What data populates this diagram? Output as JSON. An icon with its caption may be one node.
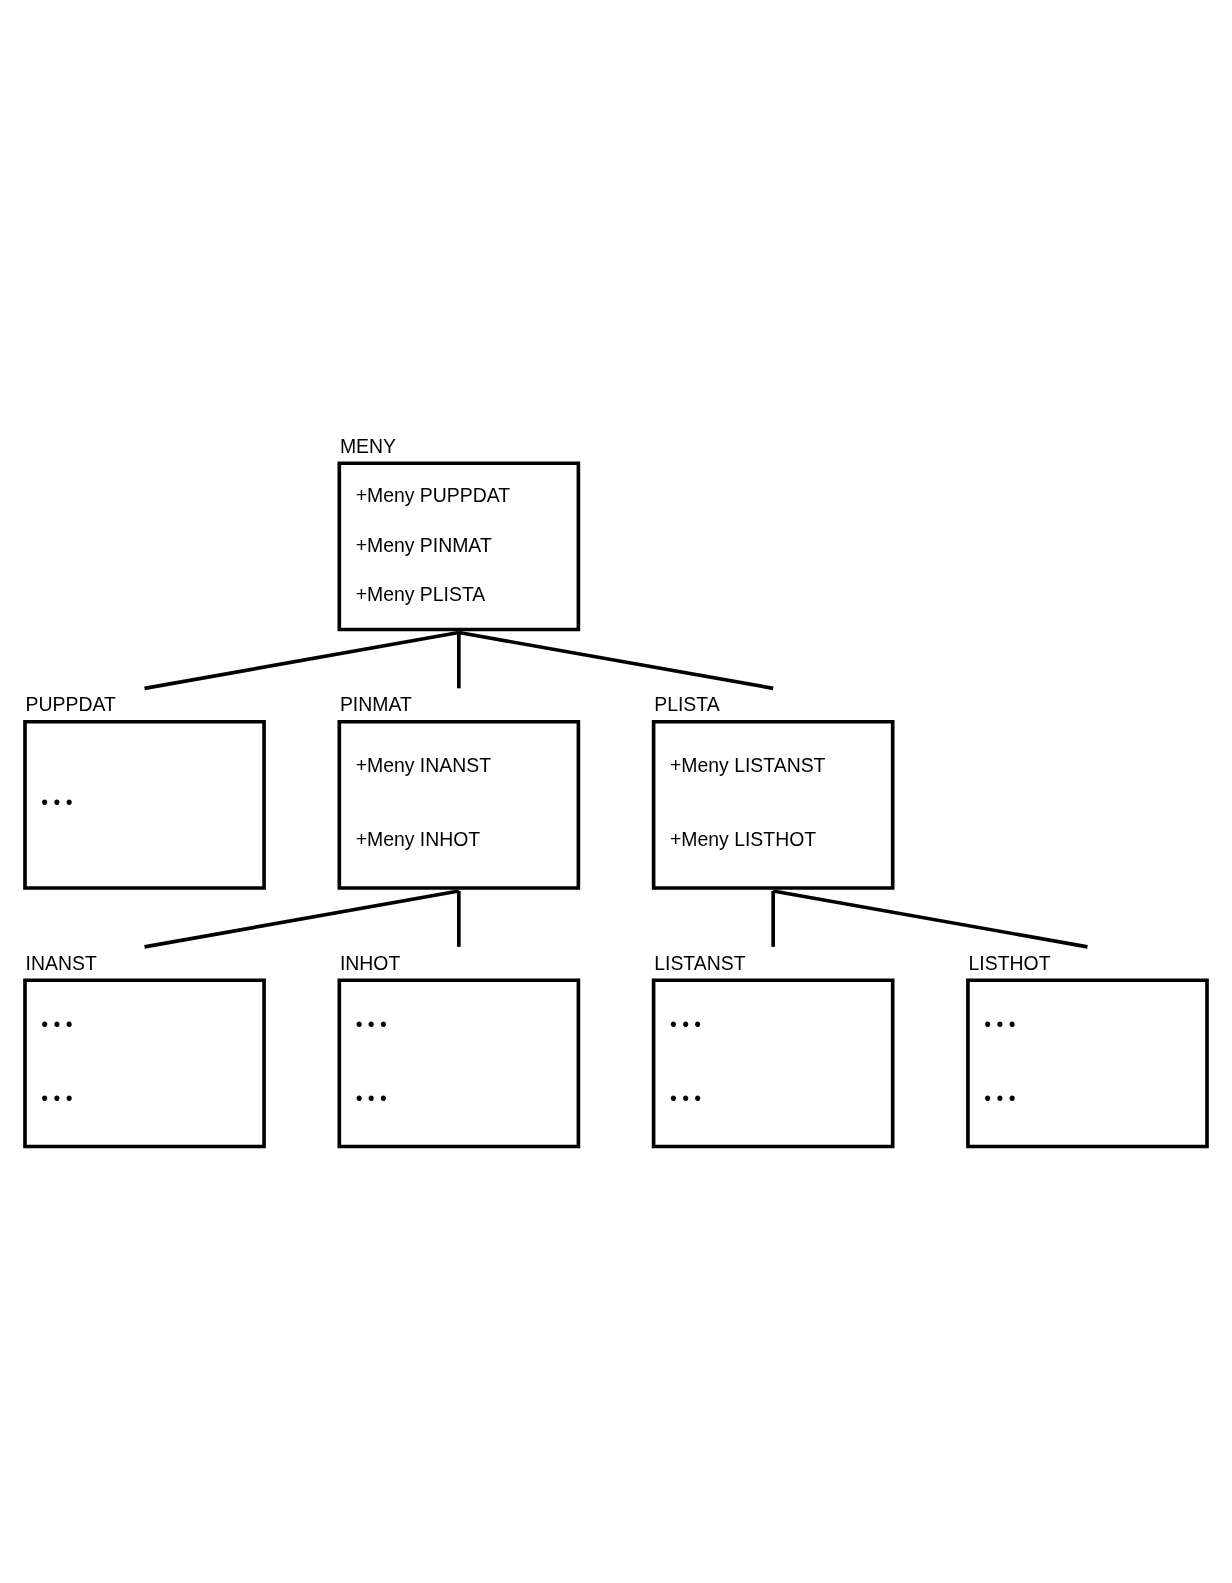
{
  "diagram": {
    "nodes": [
      {
        "text": [
          "MENY",
          "+Meny PUPPDAT",
          "+Meny PINMAT",
          "+Meny PLISTA"
        ]
      },
      {
        "text": [
          "PUPPDAT",
          "• • •"
        ]
      },
      {
        "text": [
          "PINMAT",
          "+Meny INANST",
          "+Meny INHOT"
        ]
      },
      {
        "text": [
          "PLISTA",
          "+Meny LISTANST",
          "+Meny LISTHOT"
        ]
      },
      {
        "text": [
          "INANST",
          "• • •",
          "• • •"
        ]
      },
      {
        "text": [
          "INHOT",
          "• • •",
          "• • •"
        ]
      },
      {
        "text": [
          "LISTANST",
          "• • •",
          "• • •"
        ]
      },
      {
        "text": [
          "LISTHOT",
          "• • •",
          "• • •"
        ]
      }
    ],
    "edges": [
      {
        "from": 0,
        "to": 1,
        "arrow": "none"
      },
      {
        "from": 0,
        "to": 2,
        "arrow": "none"
      },
      {
        "from": 0,
        "to": 3,
        "arrow": "none"
      },
      {
        "from": 2,
        "to": 4,
        "arrow": "none"
      },
      {
        "from": 2,
        "to": 5,
        "arrow": "none"
      },
      {
        "from": 3,
        "to": 6,
        "arrow": "none"
      },
      {
        "from": 3,
        "to": 7,
        "arrow": "none"
      }
    ]
  }
}
